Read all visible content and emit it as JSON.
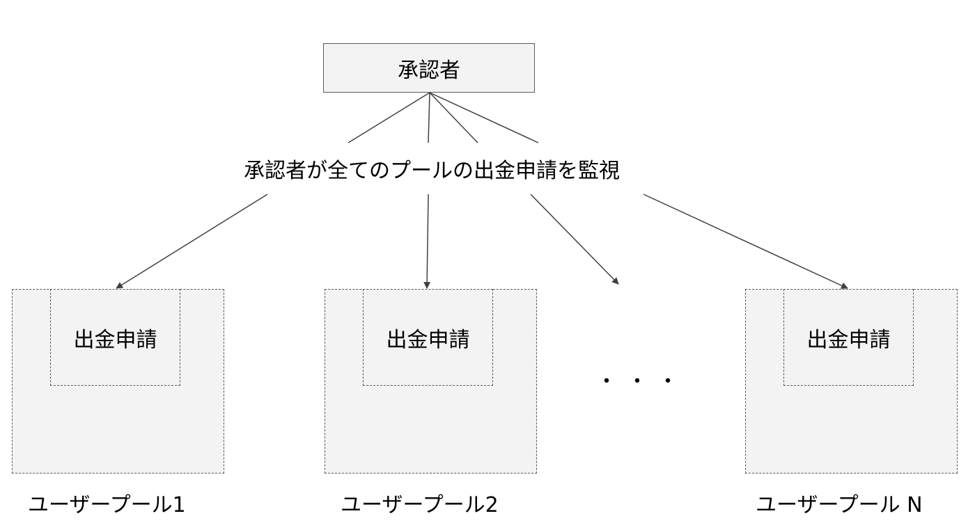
{
  "approver": {
    "label": "承認者"
  },
  "caption": {
    "text": "承認者が全てのプールの出金申請を監視"
  },
  "pools": [
    {
      "request_label": "出金申請",
      "label": "ユーザープール1"
    },
    {
      "request_label": "出金申請",
      "label": "ユーザープール2"
    },
    {
      "request_label": "出金申請",
      "label": "ユーザープール N"
    }
  ],
  "ellipsis": {
    "text": "・・・"
  },
  "colors": {
    "stroke": "#595959",
    "fill": "#f3f3f3",
    "line": "#404040"
  }
}
